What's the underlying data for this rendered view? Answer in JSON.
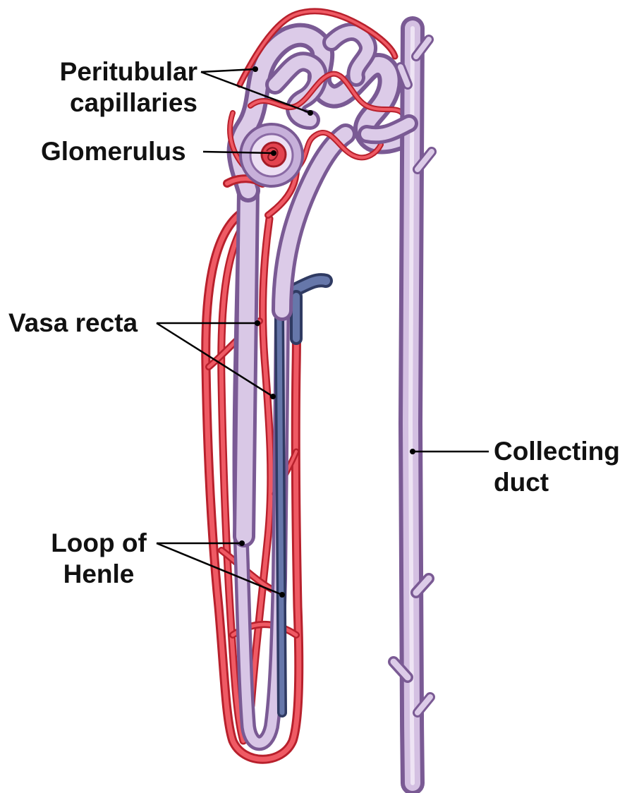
{
  "labels": {
    "peritubular_capillaries": {
      "line1": "Peritubular",
      "line2": "capillaries"
    },
    "glomerulus": "Glomerulus",
    "vasa_recta": "Vasa recta",
    "loop_of_henle": {
      "line1": "Loop of",
      "line2": "Henle"
    },
    "collecting_duct": {
      "line1": "Collecting",
      "line2": "duct"
    }
  },
  "colors": {
    "vessel_red": "#e8424e",
    "vessel_red_dark": "#b8202c",
    "tubule_lilac": "#c8b0d8",
    "tubule_lilac_dark": "#8a6aa4",
    "tubule_blue": "#4f5f8f",
    "leader_line": "#000000"
  }
}
